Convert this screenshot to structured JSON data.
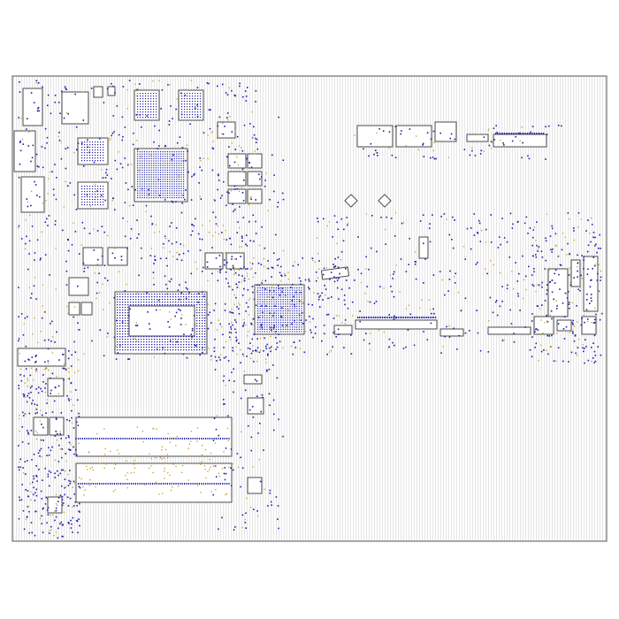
{
  "viewer": {
    "title": "",
    "background_color": "#ffffff"
  },
  "board": {
    "outline_color": "#555555",
    "hatch_color": "#d4d4d4",
    "component_outline_color": "#4a4a4a",
    "pad_color": "#1f1fa8",
    "via_color": "#c9961e",
    "pattern": "vertical-hatch",
    "components": [
      {
        "name": "cpu-bga",
        "kind": "bga-processor"
      },
      {
        "name": "pch-bga",
        "kind": "bga-chipset"
      },
      {
        "name": "gpu-bga",
        "kind": "bga-graphics"
      },
      {
        "name": "vram-chip-1",
        "kind": "memory"
      },
      {
        "name": "vram-chip-2",
        "kind": "memory"
      },
      {
        "name": "vram-chip-3",
        "kind": "memory"
      },
      {
        "name": "vram-chip-4",
        "kind": "memory"
      },
      {
        "name": "so-dimm-slot-1",
        "kind": "memory-slot"
      },
      {
        "name": "so-dimm-slot-2",
        "kind": "memory-slot"
      },
      {
        "name": "usb-port-1",
        "kind": "connector"
      },
      {
        "name": "usb-port-2",
        "kind": "connector"
      },
      {
        "name": "hdmi-port",
        "kind": "connector"
      },
      {
        "name": "lan-port",
        "kind": "connector"
      },
      {
        "name": "lcd-connector",
        "kind": "connector"
      },
      {
        "name": "io-connector",
        "kind": "connector"
      },
      {
        "name": "battery-connector",
        "kind": "connector"
      }
    ]
  }
}
